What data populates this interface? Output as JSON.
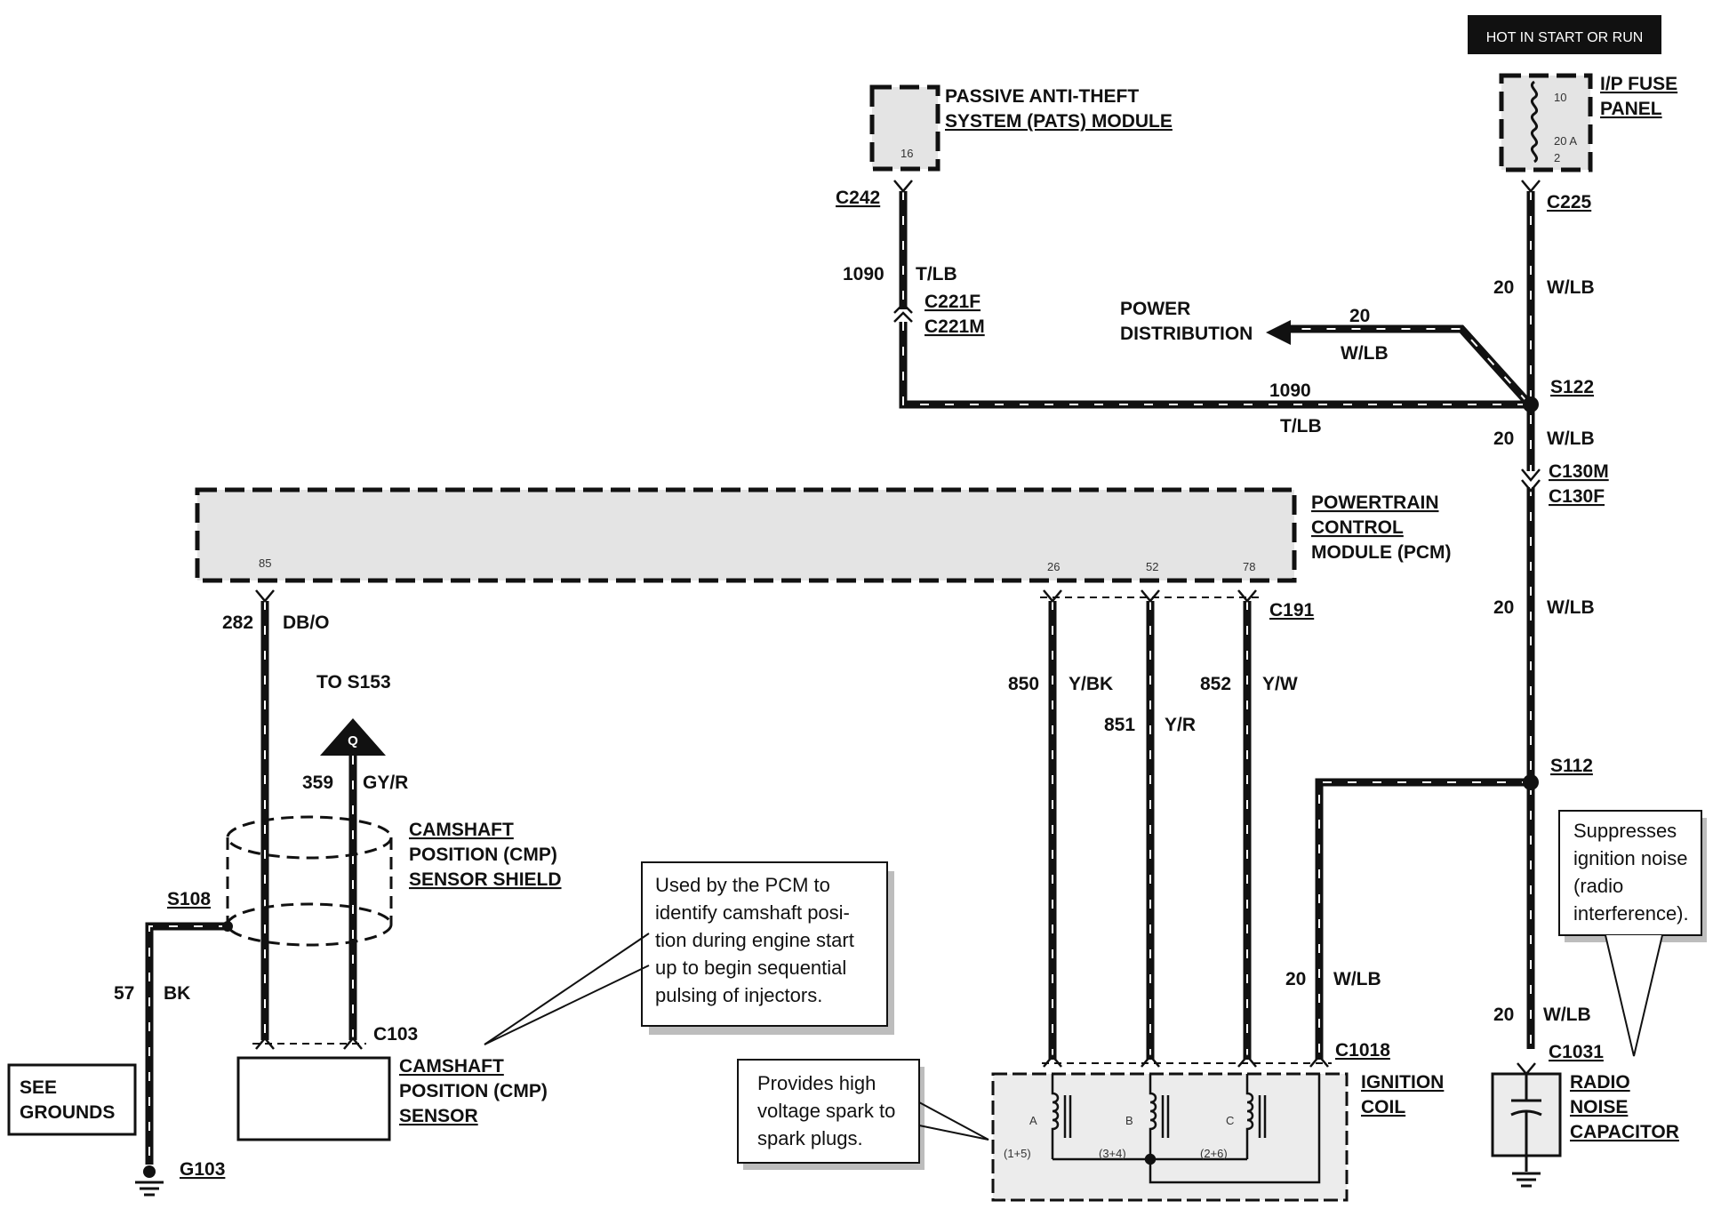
{
  "banner": "HOT IN START OR RUN",
  "components": {
    "pats_line1": "PASSIVE ANTI-THEFT",
    "pats_line2": "SYSTEM (PATS) MODULE",
    "pats_pin": "16",
    "fuse_line1": "I/P FUSE",
    "fuse_line2": "PANEL",
    "fuse_pin_top": "10",
    "fuse_rating": "20 A",
    "fuse_pin_bottom": "2",
    "pcm_line1": "POWERTRAIN",
    "pcm_line2": "CONTROL",
    "pcm_line3": "MODULE (PCM)",
    "pcm_pin_85": "85",
    "pcm_pin_26": "26",
    "pcm_pin_52": "52",
    "pcm_pin_78": "78",
    "shield_line1": "CAMSHAFT",
    "shield_line2": "POSITION (CMP)",
    "shield_line3": "SENSOR SHIELD",
    "sensor_line1": "CAMSHAFT",
    "sensor_line2": "POSITION (CMP)",
    "sensor_line3": "SENSOR",
    "coil_line1": "IGNITION",
    "coil_line2": "COIL",
    "coil_a": "A",
    "coil_b": "B",
    "coil_c": "C",
    "coil_a_cyl": "(1+5)",
    "coil_b_cyl": "(3+4)",
    "coil_c_cyl": "(2+6)",
    "cap_line1": "RADIO",
    "cap_line2": "NOISE",
    "cap_line3": "CAPACITOR",
    "grounds_line1": "SEE",
    "grounds_line2": "GROUNDS"
  },
  "connectors": {
    "c242": "C242",
    "c225": "C225",
    "c221f": "C221F",
    "c221m": "C221M",
    "s122": "S122",
    "c130m": "C130M",
    "c130f": "C130F",
    "c191": "C191",
    "s112": "S112",
    "s108": "S108",
    "c103": "C103",
    "c1018": "C1018",
    "c1031": "C1031",
    "g103": "G103"
  },
  "wires": {
    "w1090_num": "1090",
    "w1090_color": "T/LB",
    "w1090b_num": "1090",
    "w1090b_color": "T/LB",
    "w20_fuse_num": "20",
    "w20_fuse_color": "W/LB",
    "w20_pd_num": "20",
    "w20_pd_color": "W/LB",
    "w20_s122_num": "20",
    "w20_s122_color": "W/LB",
    "w20_c130_num": "20",
    "w20_c130_color": "W/LB",
    "w20_coil_num": "20",
    "w20_coil_color": "W/LB",
    "w20_cap_num": "20",
    "w20_cap_color": "W/LB",
    "w282_num": "282",
    "w282_color": "DB/O",
    "w359_num": "359",
    "w359_color": "GY/R",
    "w57_num": "57",
    "w57_color": "BK",
    "w850_num": "850",
    "w850_color": "Y/BK",
    "w851_num": "851",
    "w851_color": "Y/R",
    "w852_num": "852",
    "w852_color": "Y/W"
  },
  "labels": {
    "power_dist_line1": "POWER",
    "power_dist_line2": "DISTRIBUTION",
    "to_s153": "TO S153",
    "q_marker": "Q"
  },
  "notes": {
    "cmp": [
      "Used by the PCM to",
      "identify camshaft posi-",
      "tion during engine start",
      "up to begin sequential",
      "pulsing of injectors."
    ],
    "coil": [
      "Provides high",
      "voltage spark to",
      "spark plugs."
    ],
    "cap": [
      "Suppresses",
      "ignition noise",
      "(radio",
      "interference)."
    ]
  }
}
